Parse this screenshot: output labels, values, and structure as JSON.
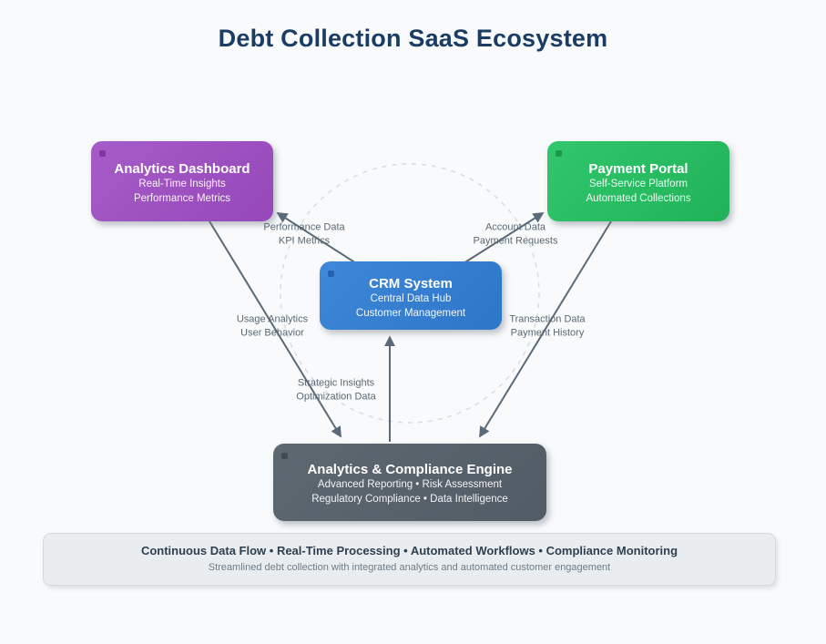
{
  "title": "Debt Collection SaaS Ecosystem",
  "nodes": {
    "dashboard": {
      "title": "Analytics Dashboard",
      "line1": "Real-Time Insights",
      "line2": "Performance Metrics",
      "color": "#9c52be"
    },
    "portal": {
      "title": "Payment Portal",
      "line1": "Self-Service Platform",
      "line2": "Automated Collections",
      "color": "#28bd62"
    },
    "crm": {
      "title": "CRM System",
      "line1": "Central Data Hub",
      "line2": "Customer Management",
      "color": "#357fd0"
    },
    "engine": {
      "title": "Analytics & Compliance Engine",
      "line1": "Advanced Reporting • Risk Assessment",
      "line2": "Regulatory Compliance • Data Intelligence",
      "color": "#57626b"
    }
  },
  "edges": {
    "crm_to_dashboard": {
      "line1": "Performance Data",
      "line2": "KPI Metrics"
    },
    "crm_to_portal": {
      "line1": "Account Data",
      "line2": "Payment Requests"
    },
    "dashboard_to_engine": {
      "line1": "Usage Analytics",
      "line2": "User Behavior"
    },
    "portal_to_engine": {
      "line1": "Transaction Data",
      "line2": "Payment History"
    },
    "engine_to_crm": {
      "line1": "Strategic Insights",
      "line2": "Optimization Data"
    }
  },
  "footer": {
    "line1": "Continuous Data Flow • Real-Time Processing • Automated Workflows • Compliance Monitoring",
    "line2": "Streamlined debt collection with integrated analytics and automated customer engagement"
  },
  "colors": {
    "title_text": "#1b3c63",
    "arrow": "#5a6a78",
    "dashed_circle": "#d8dde1",
    "footer_bg": "#e9edf0",
    "background": "#f9fafb"
  }
}
